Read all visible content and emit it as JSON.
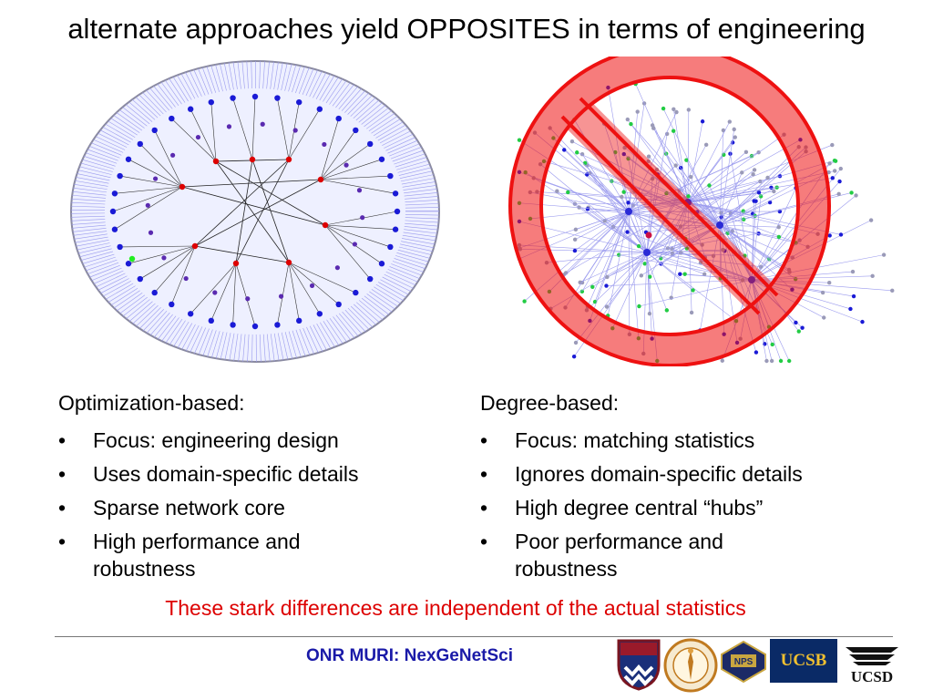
{
  "title": "alternate approaches yield OPPOSITES in terms of engineering",
  "left_column": {
    "heading": "Optimization-based:",
    "bullets": [
      "Focus: engineering design",
      "Uses domain-specific details",
      "Sparse network core",
      "High performance and robustness"
    ]
  },
  "right_column": {
    "heading": "Degree-based:",
    "bullets": [
      "Focus: matching statistics",
      "Ignores domain-specific details",
      "High degree central “hubs”",
      "Poor performance and robustness"
    ]
  },
  "bullet_glyph": "•",
  "note": "These stark differences are independent of the actual statistics",
  "footer": "ONR MURI: NexGeNetSci",
  "logos": {
    "ucsb": "UCSB",
    "ucsd": "UCSD",
    "nps": "NPS",
    "caltech_seal": "CALIFORNIA INSTITUTE OF TECHNOLOGY"
  },
  "colors": {
    "title": "#000000",
    "note": "#dd0000",
    "footer": "#1a1aa8",
    "prohibition_sign": "#ee1111",
    "router_core": "#dd0000",
    "host_node": "#1a1ad6",
    "edge_fan": "#9a9aee"
  }
}
